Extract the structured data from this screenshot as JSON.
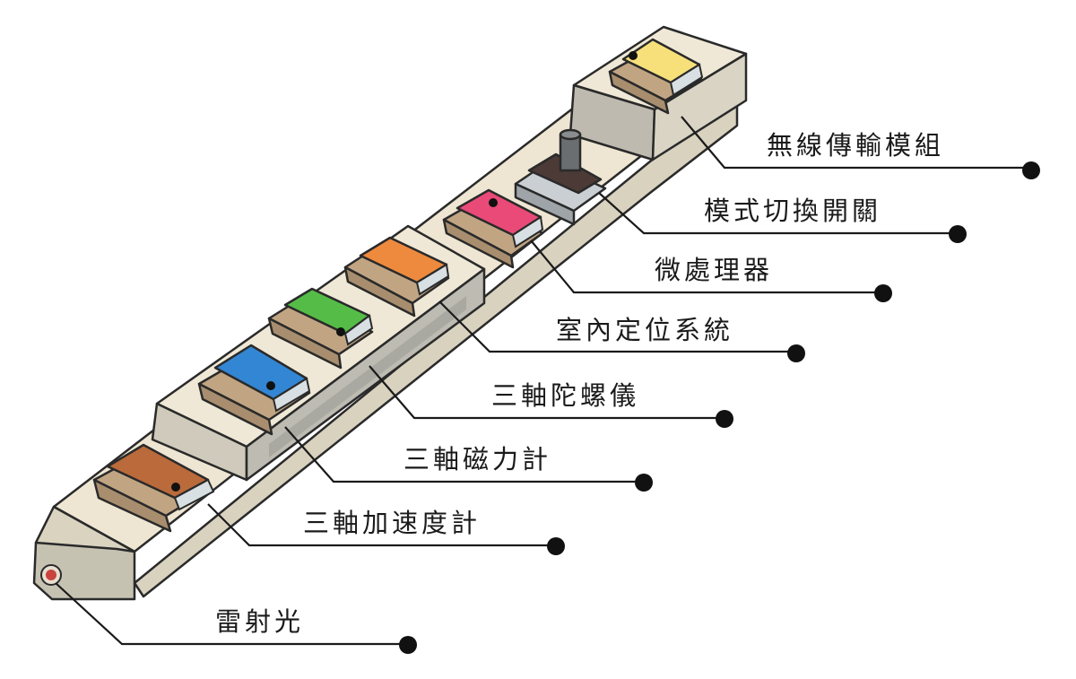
{
  "labels": {
    "wireless": "無線傳輸模組",
    "mode_switch": "模式切換開關",
    "microprocessor": "微處理器",
    "indoor_positioning": "室內定位系統",
    "gyroscope": "三軸陀螺儀",
    "magnetometer": "三軸磁力計",
    "accelerometer": "三軸加速度計",
    "laser": "雷射光"
  },
  "colors": {
    "body": "#eee6d2",
    "body_shadow": "#c9c4b4",
    "side": "#b7b5ab",
    "block_base": "#c1a583",
    "wireless_module": "#f7e07a",
    "mode_switch": "#4b3a36",
    "microprocessor": "#ea4a78",
    "indoor_positioning": "#ee8a3e",
    "gyroscope": "#55bd47",
    "magnetometer": "#3386d3",
    "accelerometer": "#ba6a3b",
    "laser": "#c9443f"
  }
}
